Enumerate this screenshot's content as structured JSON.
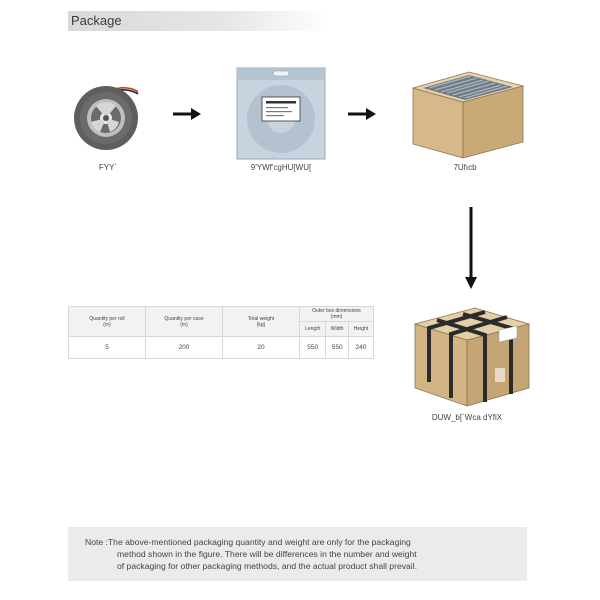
{
  "header": {
    "title": "Package"
  },
  "steps": [
    {
      "caption": "FYY`",
      "icon": "reel-icon"
    },
    {
      "caption": "9'YWf'cgHU[WU[",
      "icon": "esd-bag-icon"
    },
    {
      "caption": "7Ufıcb",
      "icon": "open-carton-icon"
    },
    {
      "caption": "DUW_b[`Wca dYfiX",
      "icon": "sealed-carton-icon"
    }
  ],
  "spec_table": {
    "headers": {
      "qty_roll": "Quantity per roll",
      "qty_roll_unit": "(m)",
      "qty_case": "Quantity per case",
      "qty_case_unit": "(m)",
      "weight": "Total weight",
      "weight_unit": "(kg)",
      "dims": "Outer box dimensions",
      "dims_unit": "(mm)",
      "length": "Length",
      "width": "Width",
      "height": "Height"
    },
    "values": {
      "qty_roll": "5",
      "qty_case": "200",
      "weight": "20",
      "length": "550",
      "width": "550",
      "height": "240"
    }
  },
  "note": {
    "line1": "Note :The above-mentioned packaging quantity and weight are only for the packaging",
    "line2": "method shown in the figure. There will be differences in the number and weight",
    "line3": "of packaging for other packaging methods, and the actual product shall prevail."
  },
  "colors": {
    "cardboard": "#d7bb8e",
    "strap": "#2b2b2b",
    "reel": "#5a5a5a",
    "header_bg": "#d9d9d9"
  }
}
